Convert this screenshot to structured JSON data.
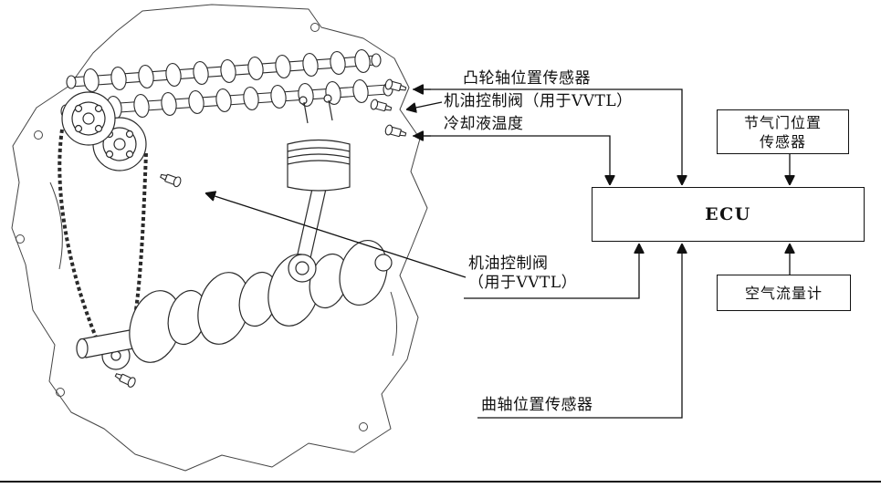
{
  "diagram": {
    "engine_labels": {
      "camshaft_position_sensor": "凸轮轴位置传感器",
      "oil_control_valve_top": "机油控制阀（用于VVTL）",
      "coolant_temperature": "冷却液温度",
      "oil_control_valve_mid_line1": "机油控制阀",
      "oil_control_valve_mid_line2": "（用于VVTL）",
      "crankshaft_position_sensor": "曲轴位置传感器"
    },
    "component_boxes": {
      "throttle_position_sensor_line1": "节气门位置",
      "throttle_position_sensor_line2": "传感器",
      "ecu_label": "ECU",
      "air_flow_meter": "空气流量计"
    },
    "colors": {
      "line": "#111111",
      "background": "#ffffff"
    }
  }
}
